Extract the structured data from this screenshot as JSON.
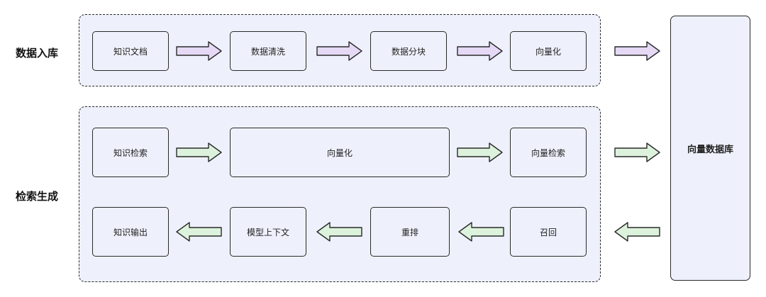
{
  "labels": {
    "ingest": "数据入库",
    "retrieve": "检索生成"
  },
  "nodes": {
    "doc": "知识文档",
    "clean": "数据清洗",
    "chunk": "数据分块",
    "vectorize_top": "向量化",
    "query": "知识检索",
    "vectorize_mid": "向量化",
    "vector_search": "向量检索",
    "recall": "召回",
    "rerank": "重排",
    "context": "模型上下文",
    "output": "知识输出",
    "vector_db": "向量数据库"
  },
  "colors": {
    "group_fill": "#eef1fb",
    "arrow_ingest": "#e6d9f6",
    "arrow_retrieve": "#dcf2dc",
    "stroke": "#2a2a2a"
  }
}
